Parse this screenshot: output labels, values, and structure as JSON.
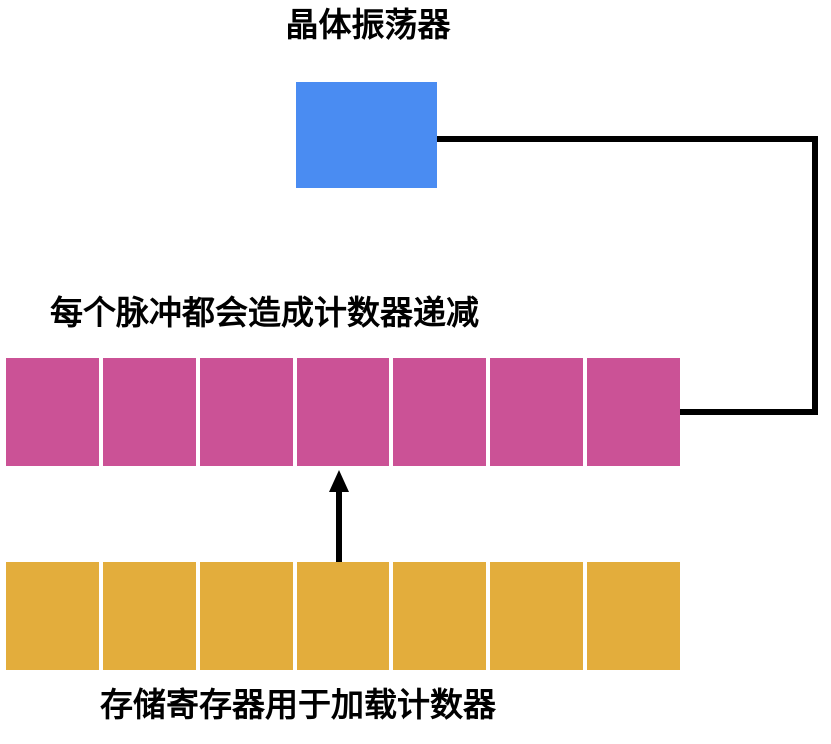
{
  "diagram": {
    "title_label": "晶体振荡器",
    "counter_caption": "每个脉冲都会造成计数器递减",
    "register_caption": "存储寄存器用于加载计数器"
  },
  "oscillator": {
    "label": "晶体振荡器",
    "color": "#4a8cf2"
  },
  "counter": {
    "caption": "每个脉冲都会造成计数器递减",
    "color": "#cb5296",
    "cells": [
      "",
      "",
      "",
      "",
      "",
      "",
      ""
    ],
    "cell_count": 7
  },
  "storage_register": {
    "caption": "存储寄存器用于加载计数器",
    "color": "#e3ad3c",
    "cells": [
      "",
      "",
      "",
      "",
      "",
      "",
      ""
    ],
    "cell_count": 7
  },
  "connectors": {
    "clock_line_color": "#000000",
    "load_arrow_color": "#000000"
  },
  "background_color": "#ffffff"
}
